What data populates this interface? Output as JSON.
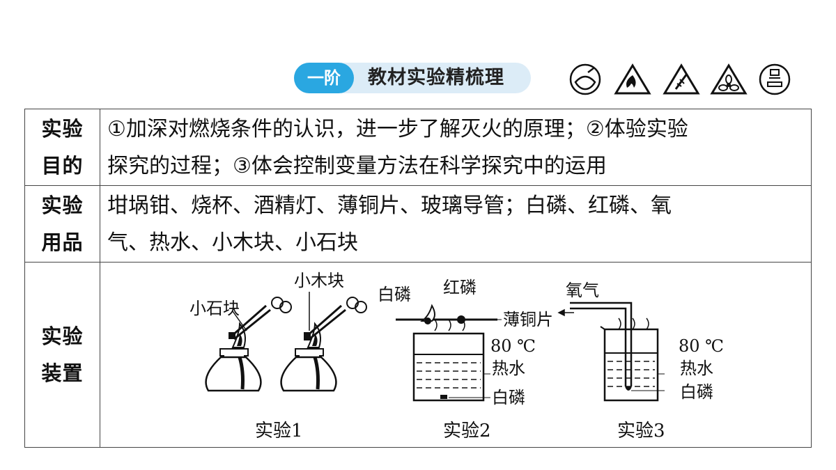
{
  "header": {
    "tag": "一阶",
    "title": "教材实验精梳理"
  },
  "icons": [
    "flask-icon",
    "fire-warning-icon",
    "no-fire-icon",
    "fan-icon",
    "faucet-icon"
  ],
  "table": {
    "rows": [
      {
        "label_line1": "实验",
        "label_line2": "目的",
        "content_line1": "①加深对燃烧条件的认识，进一步了解灭火的原理；②体验实验",
        "content_line2": "探究的过程；③体会控制变量方法在科学探究中的运用"
      },
      {
        "label_line1": "实验",
        "label_line2": "用品",
        "content_line1": "坩埚钳、烧杯、酒精灯、薄铜片、玻璃导管；白磷、红磷、氧",
        "content_line2": "气、热水、小木块、小石块"
      },
      {
        "label_line1": "实验",
        "label_line2": "装置"
      }
    ]
  },
  "diagram": {
    "exp1": {
      "stone_label": "小石块",
      "wood_label": "小木块",
      "caption": "实验1"
    },
    "exp2": {
      "white_p_top": "白磷",
      "red_p": "红磷",
      "copper": "薄铜片",
      "temp": "80 ℃",
      "hot_water": "热水",
      "white_p_bottom": "白磷",
      "caption": "实验2"
    },
    "exp3": {
      "oxygen": "氧气",
      "temp": "80 ℃",
      "hot_water": "热水",
      "white_p": "白磷",
      "caption": "实验3"
    }
  }
}
